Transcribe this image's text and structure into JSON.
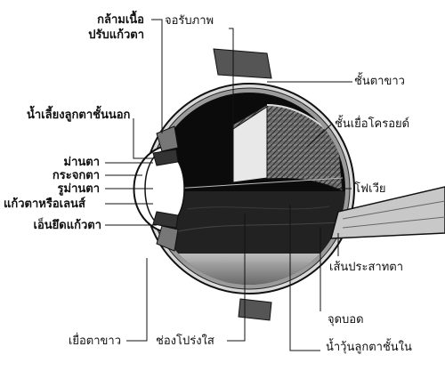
{
  "labels": {
    "ciliary_muscle_1": "กล้ามเนื้อ",
    "ciliary_muscle_2": "ปรับแก้วตา",
    "retina": "จอรับภาพ",
    "sclera_outer": "ชั้นตาขาว",
    "aqueous_humor": "น้ำเลี้ยงลูกตาชั้นนอก",
    "choroid": "ชั้นเยื่อโครอยด์",
    "iris": "ม่านตา",
    "cornea": "กระจกตา",
    "pupil": "รูม่านตา",
    "lens": "แก้วตาหรือเลนส์",
    "fovea": "โฟเวีย",
    "suspensory_ligament": "เอ็นยึดแก้วตา",
    "optic_nerve": "เส้นประสาทตา",
    "blind_spot": "จุดบอด",
    "conjunctiva": "เยื่อตาขาว",
    "vitreous_chamber": "ช่องโปร่งใส",
    "vitreous_humor": "น้ำวุ้นลูกตาชั้นใน"
  },
  "colors": {
    "ink": "#111111",
    "fill": "#0b0b0b",
    "paper": "#ffffff"
  }
}
